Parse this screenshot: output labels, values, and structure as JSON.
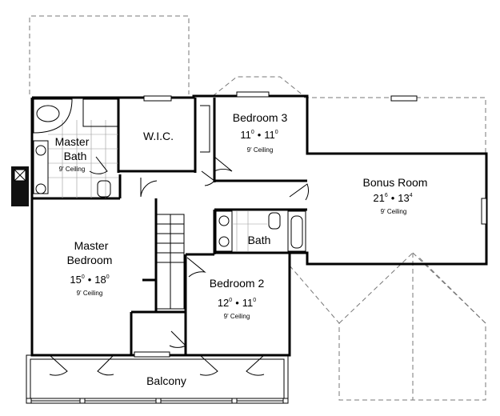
{
  "rooms": {
    "master_bath": {
      "line1": "Master",
      "line2": "Bath",
      "ceiling": "9' Ceiling"
    },
    "wic": {
      "name": "W.I.C."
    },
    "bedroom3": {
      "name": "Bedroom 3",
      "w": "11",
      "w_sup": "0",
      "l": "11",
      "l_sup": "0",
      "sep": "•",
      "ceiling": "9' Ceiling"
    },
    "bonus": {
      "name": "Bonus Room",
      "w": "21",
      "w_sup": "6",
      "l": "13",
      "l_sup": "4",
      "sep": "•",
      "ceiling": "9' Ceiling"
    },
    "bath": {
      "name": "Bath"
    },
    "master_bedroom": {
      "line1": "Master",
      "line2": "Bedroom",
      "w": "15",
      "w_sup": "0",
      "l": "18",
      "l_sup": "0",
      "sep": "•",
      "ceiling": "9' Ceiling"
    },
    "bedroom2": {
      "name": "Bedroom 2",
      "w": "12",
      "w_sup": "0",
      "l": "11",
      "l_sup": "0",
      "sep": "•",
      "ceiling": "9' Ceiling"
    },
    "balcony": {
      "name": "Balcony"
    }
  }
}
